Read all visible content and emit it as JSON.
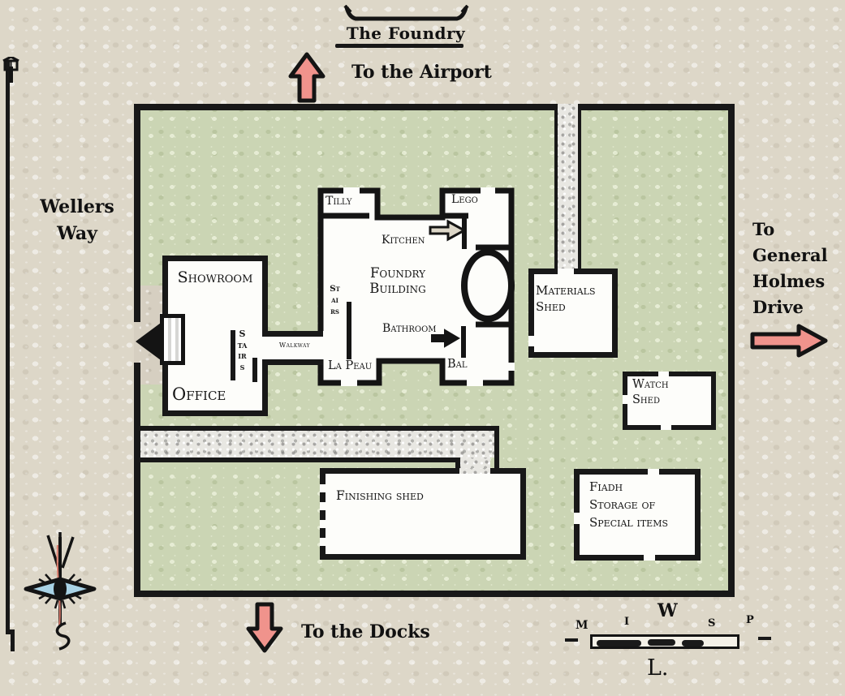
{
  "title": "The Foundry",
  "directions": {
    "airport": "To the Airport",
    "docks": "To the Docks",
    "holmes": [
      "To",
      "General",
      "Holmes",
      "Drive"
    ],
    "wellers": [
      "Wellers",
      "Way"
    ]
  },
  "buildings": {
    "showroom": "Showroom",
    "office": "Office",
    "foundry": [
      "Foundry",
      "Building"
    ],
    "materials": [
      "Materials",
      "Shed"
    ],
    "watch": [
      "Watch",
      "Shed"
    ],
    "fiadh": [
      "Fiadh",
      "Storage of",
      "Special items"
    ],
    "finishing": "Finishing shed"
  },
  "rooms": {
    "tilly": "Tilly",
    "lego": "Lego",
    "kitchen": "Kitchen",
    "bathroom": "Bathroom",
    "la_peau": "La Peau",
    "bal": "Bal"
  },
  "features": {
    "stairs_office": "Stairs",
    "stairs_foundry": "Stairs",
    "walkway": "Walkway"
  },
  "scale_bar": {
    "top_letter": "W",
    "letters": [
      "M",
      "I",
      "S",
      "P"
    ],
    "bottom_letter": "L."
  },
  "icons": {
    "airport_arrow": "up-arrow",
    "docks_arrow": "down-arrow",
    "holmes_arrow": "right-arrow",
    "kitchen_arrow": "right-arrow",
    "bathroom_arrow": "right-arrow",
    "entrance_arrow": "left-triangle",
    "compass_rose": "star-compass",
    "street_lamp": "lamp-post"
  },
  "colors": {
    "paper": "#ddd7c8",
    "grass": "#cbd5b4",
    "wall": "#181818",
    "arrow_fill": "#f0938c",
    "compass_blue": "#a9d3e6",
    "gravel": "#e8e7e2"
  }
}
